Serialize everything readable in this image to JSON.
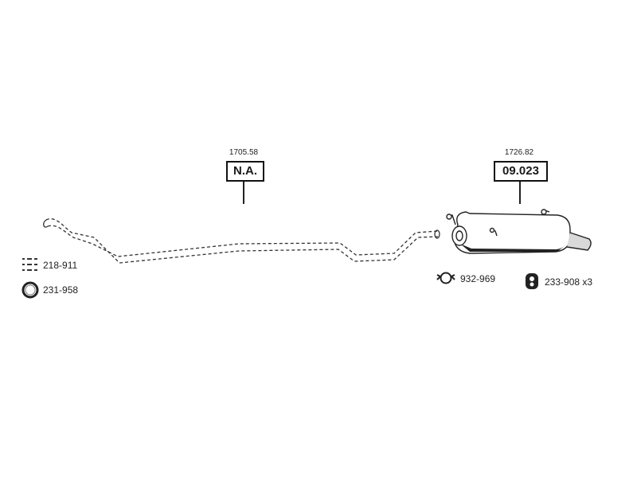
{
  "front_section": {
    "reference_number": "1705.58",
    "code": "N.A."
  },
  "rear_silencer": {
    "reference_number": "1726.82",
    "code": "09.023"
  },
  "fitting_parts": [
    {
      "label": "218-911",
      "icon": "bolt-kit-icon"
    },
    {
      "label": "231-958",
      "icon": "gasket-ring-icon"
    },
    {
      "label": "932-969",
      "icon": "pipe-clamp-icon"
    },
    {
      "label": "233-908 x3",
      "icon": "rubber-hanger-icon"
    }
  ],
  "colors": {
    "line": "#222222",
    "pipe_fill": "#ffffff",
    "silencer_shade": "#bdbdbd"
  }
}
